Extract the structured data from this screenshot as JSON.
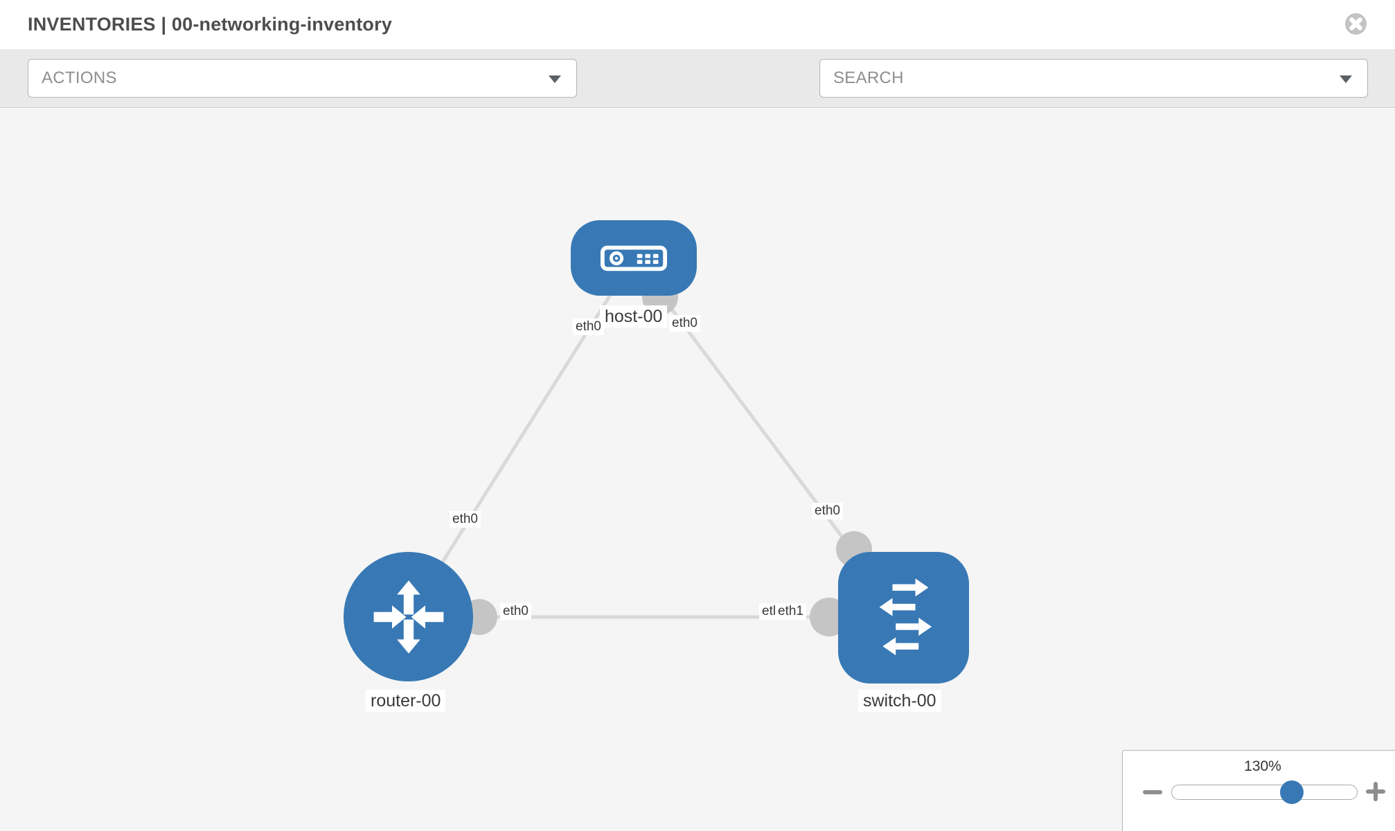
{
  "window": {
    "title": "INVENTORIES | 00-networking-inventory"
  },
  "toolbar": {
    "actions_label": "ACTIONS",
    "search_placeholder": "SEARCH",
    "tools": [
      "wrench-icon",
      "key-icon"
    ]
  },
  "topology": {
    "nodes": [
      {
        "id": "host-00",
        "label": "host-00",
        "type": "host",
        "shape": "rounded-rect"
      },
      {
        "id": "router-00",
        "label": "router-00",
        "type": "router",
        "shape": "circle"
      },
      {
        "id": "switch-00",
        "label": "switch-00",
        "type": "switch",
        "shape": "rounded-square"
      }
    ],
    "links": [
      {
        "source": "host-00",
        "target": "router-00",
        "source_interface": "eth0",
        "target_interface": "eth0"
      },
      {
        "source": "host-00",
        "target": "switch-00",
        "source_interface": "eth0",
        "target_interface": "eth0"
      },
      {
        "source": "router-00",
        "target": "switch-00",
        "source_interface": "eth0",
        "target_interface": "eth1"
      }
    ],
    "interface_labels": {
      "host_to_router": "eth0",
      "host_to_switch": "eth0",
      "router_uplink": "eth0",
      "switch_uplink": "eth0",
      "router_to_switch": "eth0",
      "switch_to_router": "eth1",
      "switch_to_router_overlap": "etl"
    }
  },
  "zoom_control": {
    "value_label": "130%",
    "percent": 130
  },
  "colors": {
    "node_blue": "#3879b5",
    "link_gray": "#d9d9d9",
    "connector_gray": "#c5c5c5",
    "canvas_bg": "#f5f5f5",
    "toolbar_bg": "#e9e9e9",
    "title_text": "#4d4d4d"
  }
}
